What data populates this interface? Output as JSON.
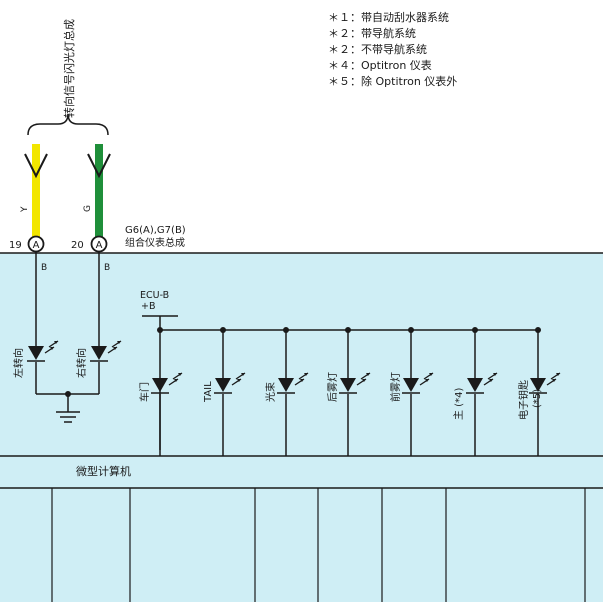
{
  "notes": [
    "＊１：带自动刮水器系统",
    "＊２：带导航系统",
    "＊２：不带导航系统",
    "＊４：Optitron 仪表",
    "＊５：除 Optitron 仪表外"
  ],
  "turn_signal": {
    "assembly_label": "转向信号闪光灯总成",
    "wire_left": "Y",
    "wire_right": "G"
  },
  "connectors": {
    "pin_left": "19",
    "pin_right": "20",
    "connector_letter_left": "A",
    "connector_letter_right": "A",
    "terminal_left": "B",
    "terminal_right": "B",
    "meter_code": "G6(A),G7(B)",
    "meter_name": "组合仪表总成"
  },
  "indicators_left": [
    "左转向",
    "右转向"
  ],
  "power": {
    "label_1": "ECU-B",
    "label_2": "+B"
  },
  "indicators_right": [
    "车门",
    "TAIL",
    "光束",
    "后雾灯",
    "前雾灯",
    "主 (*4)",
    "电子钥匙",
    "(*5)"
  ],
  "microcomputer_label": "微型计算机",
  "colors": {
    "panel": "#cfeef5",
    "wire_yellow": "#f2e600",
    "wire_green": "#1f8f3a",
    "line": "#1a1a1a"
  }
}
